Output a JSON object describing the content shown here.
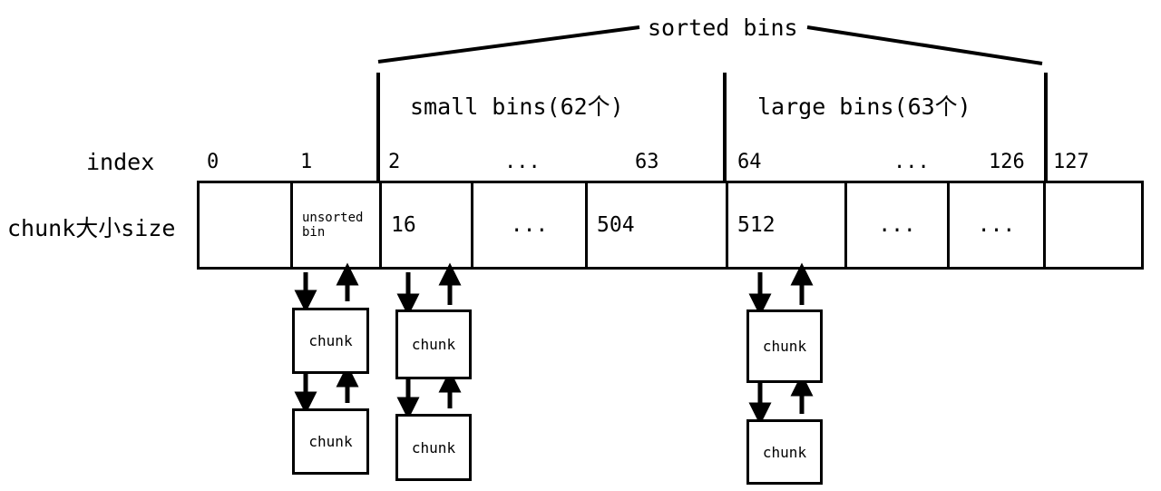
{
  "title_label": "sorted bins",
  "groups": [
    {
      "name": "small-bins",
      "label": "small bins(62个)"
    },
    {
      "name": "large-bins",
      "label": "large bins(63个)"
    }
  ],
  "row_labels": {
    "index": "index",
    "size": "chunk大小size"
  },
  "index_cells": [
    "0",
    "1",
    "2",
    "...",
    "63",
    "64",
    "...",
    "126",
    "127"
  ],
  "size_cells": [
    {
      "text": "",
      "style": "normal"
    },
    {
      "text": "unsorted bin",
      "style": "small-two-line"
    },
    {
      "text": "16",
      "style": "normal"
    },
    {
      "text": "...",
      "style": "center"
    },
    {
      "text": "504",
      "style": "normal"
    },
    {
      "text": "512",
      "style": "normal"
    },
    {
      "text": "...",
      "style": "center"
    },
    {
      "text": "...",
      "style": "center"
    },
    {
      "text": "",
      "style": "normal"
    }
  ],
  "chunk_label": "chunk",
  "chunk_lists": [
    {
      "bin": "unsorted-bin",
      "count": 2
    },
    {
      "bin": "small-bin-16",
      "count": 2
    },
    {
      "bin": "large-bin-512",
      "count": 2
    }
  ]
}
